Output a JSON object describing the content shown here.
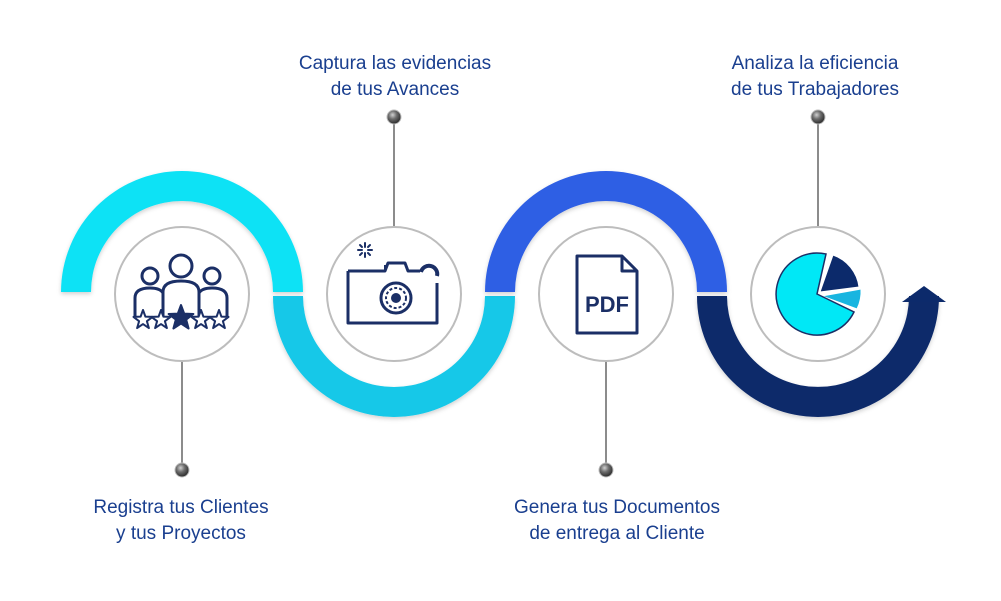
{
  "steps": [
    {
      "line1": "Registra tus Clientes",
      "line2": "y tus Proyectos",
      "icon": "team-stars-icon"
    },
    {
      "line1": "Captura las evidencias",
      "line2": "de tus Avances",
      "icon": "camera-icon"
    },
    {
      "line1": "Genera tus Documentos",
      "line2": "de entrega al Cliente",
      "icon": "pdf-document-icon"
    },
    {
      "line1": "Analiza la eficiencia",
      "line2": "de tus Trabajadores",
      "icon": "pie-chart-icon"
    }
  ],
  "pdf_badge": "PDF",
  "colors": {
    "segment1": "#10e2f5",
    "segment2": "#14c8e8",
    "segment3": "#2f5fe4",
    "segment4": "#0c2a6b",
    "icon": "#1b2f66",
    "text": "#1a3f8f",
    "circle_border": "#bdbdbd",
    "connector": "#8c8c8c"
  }
}
